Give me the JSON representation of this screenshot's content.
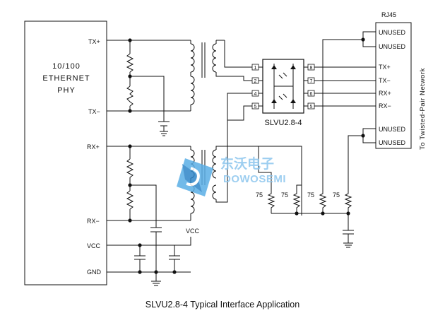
{
  "phy": {
    "line1": "10/100",
    "line2": "ETHERNET",
    "line3": "PHY"
  },
  "pins": {
    "tx_plus": "TX+",
    "tx_minus": "TX−",
    "rx_plus": "RX+",
    "rx_minus": "RX−",
    "vcc": "VCC",
    "gnd": "GND"
  },
  "vcc_label": "VCC",
  "chip": {
    "name": "SLVU2.8-4",
    "left_pins": [
      "1",
      "2",
      "4",
      "5"
    ],
    "right_pins": [
      "8",
      "7",
      "6",
      "5"
    ]
  },
  "rj45": {
    "title": "RJ45",
    "labels": [
      "UNUSED",
      "UNUSED",
      "TX+",
      "TX−",
      "RX+",
      "RX−",
      "UNUSED",
      "UNUSED"
    ]
  },
  "network_label": "To Twisted-Pair Network",
  "resistors": [
    "75",
    "75",
    "75",
    "75"
  ],
  "watermark": {
    "chinese": "东沃电子",
    "english": "DOWOSEMI"
  },
  "caption": "SLVU2.8-4 Typical Interface Application"
}
